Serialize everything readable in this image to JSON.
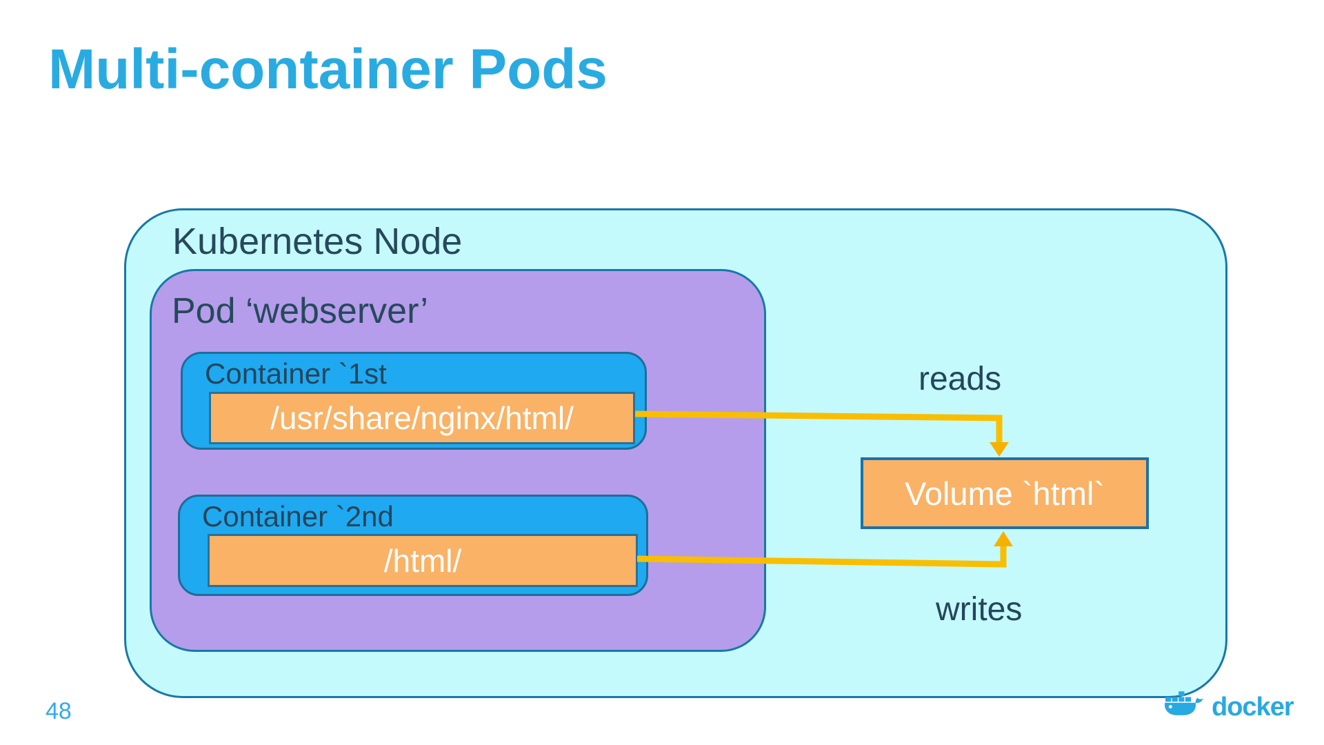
{
  "slide": {
    "title": "Multi-container Pods"
  },
  "diagram": {
    "node_label": "Kubernetes Node",
    "pod_label": "Pod ‘webserver’",
    "containers": [
      {
        "label": "Container `1st",
        "mount_path": "/usr/share/nginx/html/"
      },
      {
        "label": "Container `2nd",
        "mount_path": "/html/"
      }
    ],
    "volume_label": "Volume `html`",
    "edges": {
      "reads_label": "reads",
      "writes_label": "writes"
    }
  },
  "footer": {
    "page_number": "48",
    "logo_text": "docker"
  },
  "colors": {
    "accent_blue": "#29abe2",
    "node_fill": "#c4fafb",
    "pod_fill": "#b59deb",
    "container_fill": "#1fa9f0",
    "mount_fill": "#f9b266",
    "outline_teal": "#1878a8",
    "arrow_gold": "#f9be00",
    "text_dark": "#27485c"
  }
}
